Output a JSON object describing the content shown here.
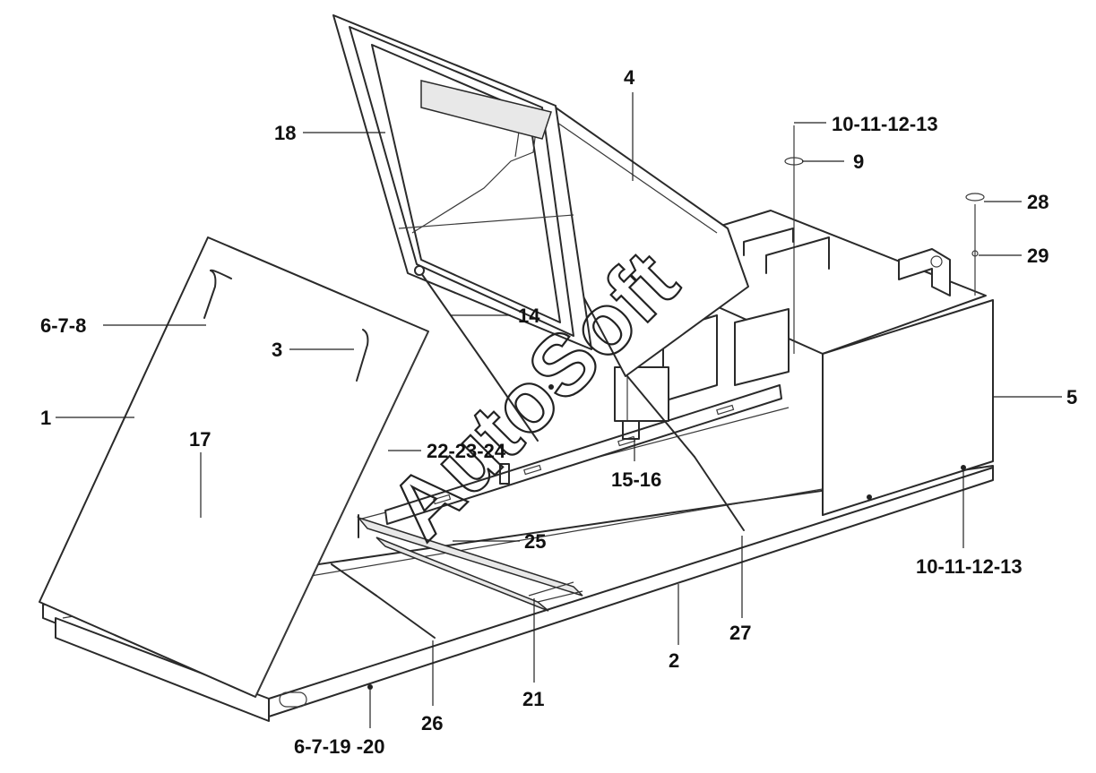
{
  "diagram": {
    "watermark": "AutoSoft",
    "callouts": {
      "c4": "4",
      "c18": "18",
      "c10_top": "10-11-12-13",
      "c9": "9",
      "c28": "28",
      "c29": "29",
      "c6_7_8": "6-7-8",
      "c14": "14",
      "c3": "3",
      "c5": "5",
      "c1": "1",
      "c17": "17",
      "c22": "22-23-24",
      "c15": "15-16",
      "c25": "25",
      "c10_bottom": "10-11-12-13",
      "c27": "27",
      "c2": "2",
      "c21": "21",
      "c26": "26",
      "c6_7_19": "6-7-19 -20"
    }
  }
}
